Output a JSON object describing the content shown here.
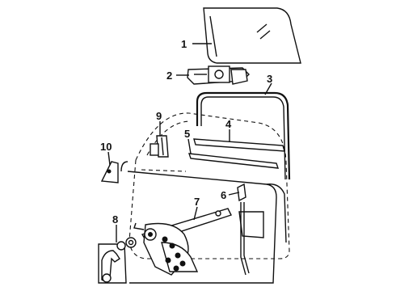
{
  "callouts": [
    {
      "id": "1",
      "part": "door-glass"
    },
    {
      "id": "2",
      "part": "glass-channel-bracket"
    },
    {
      "id": "3",
      "part": "run-channel"
    },
    {
      "id": "4",
      "part": "belt-weatherstrip"
    },
    {
      "id": "5",
      "part": "inner-belt-strip"
    },
    {
      "id": "6",
      "part": "guide-channel"
    },
    {
      "id": "7",
      "part": "window-regulator"
    },
    {
      "id": "8",
      "part": "window-crank-handle"
    },
    {
      "id": "9",
      "part": "vent-channel"
    },
    {
      "id": "10",
      "part": "corner-bracket"
    }
  ]
}
